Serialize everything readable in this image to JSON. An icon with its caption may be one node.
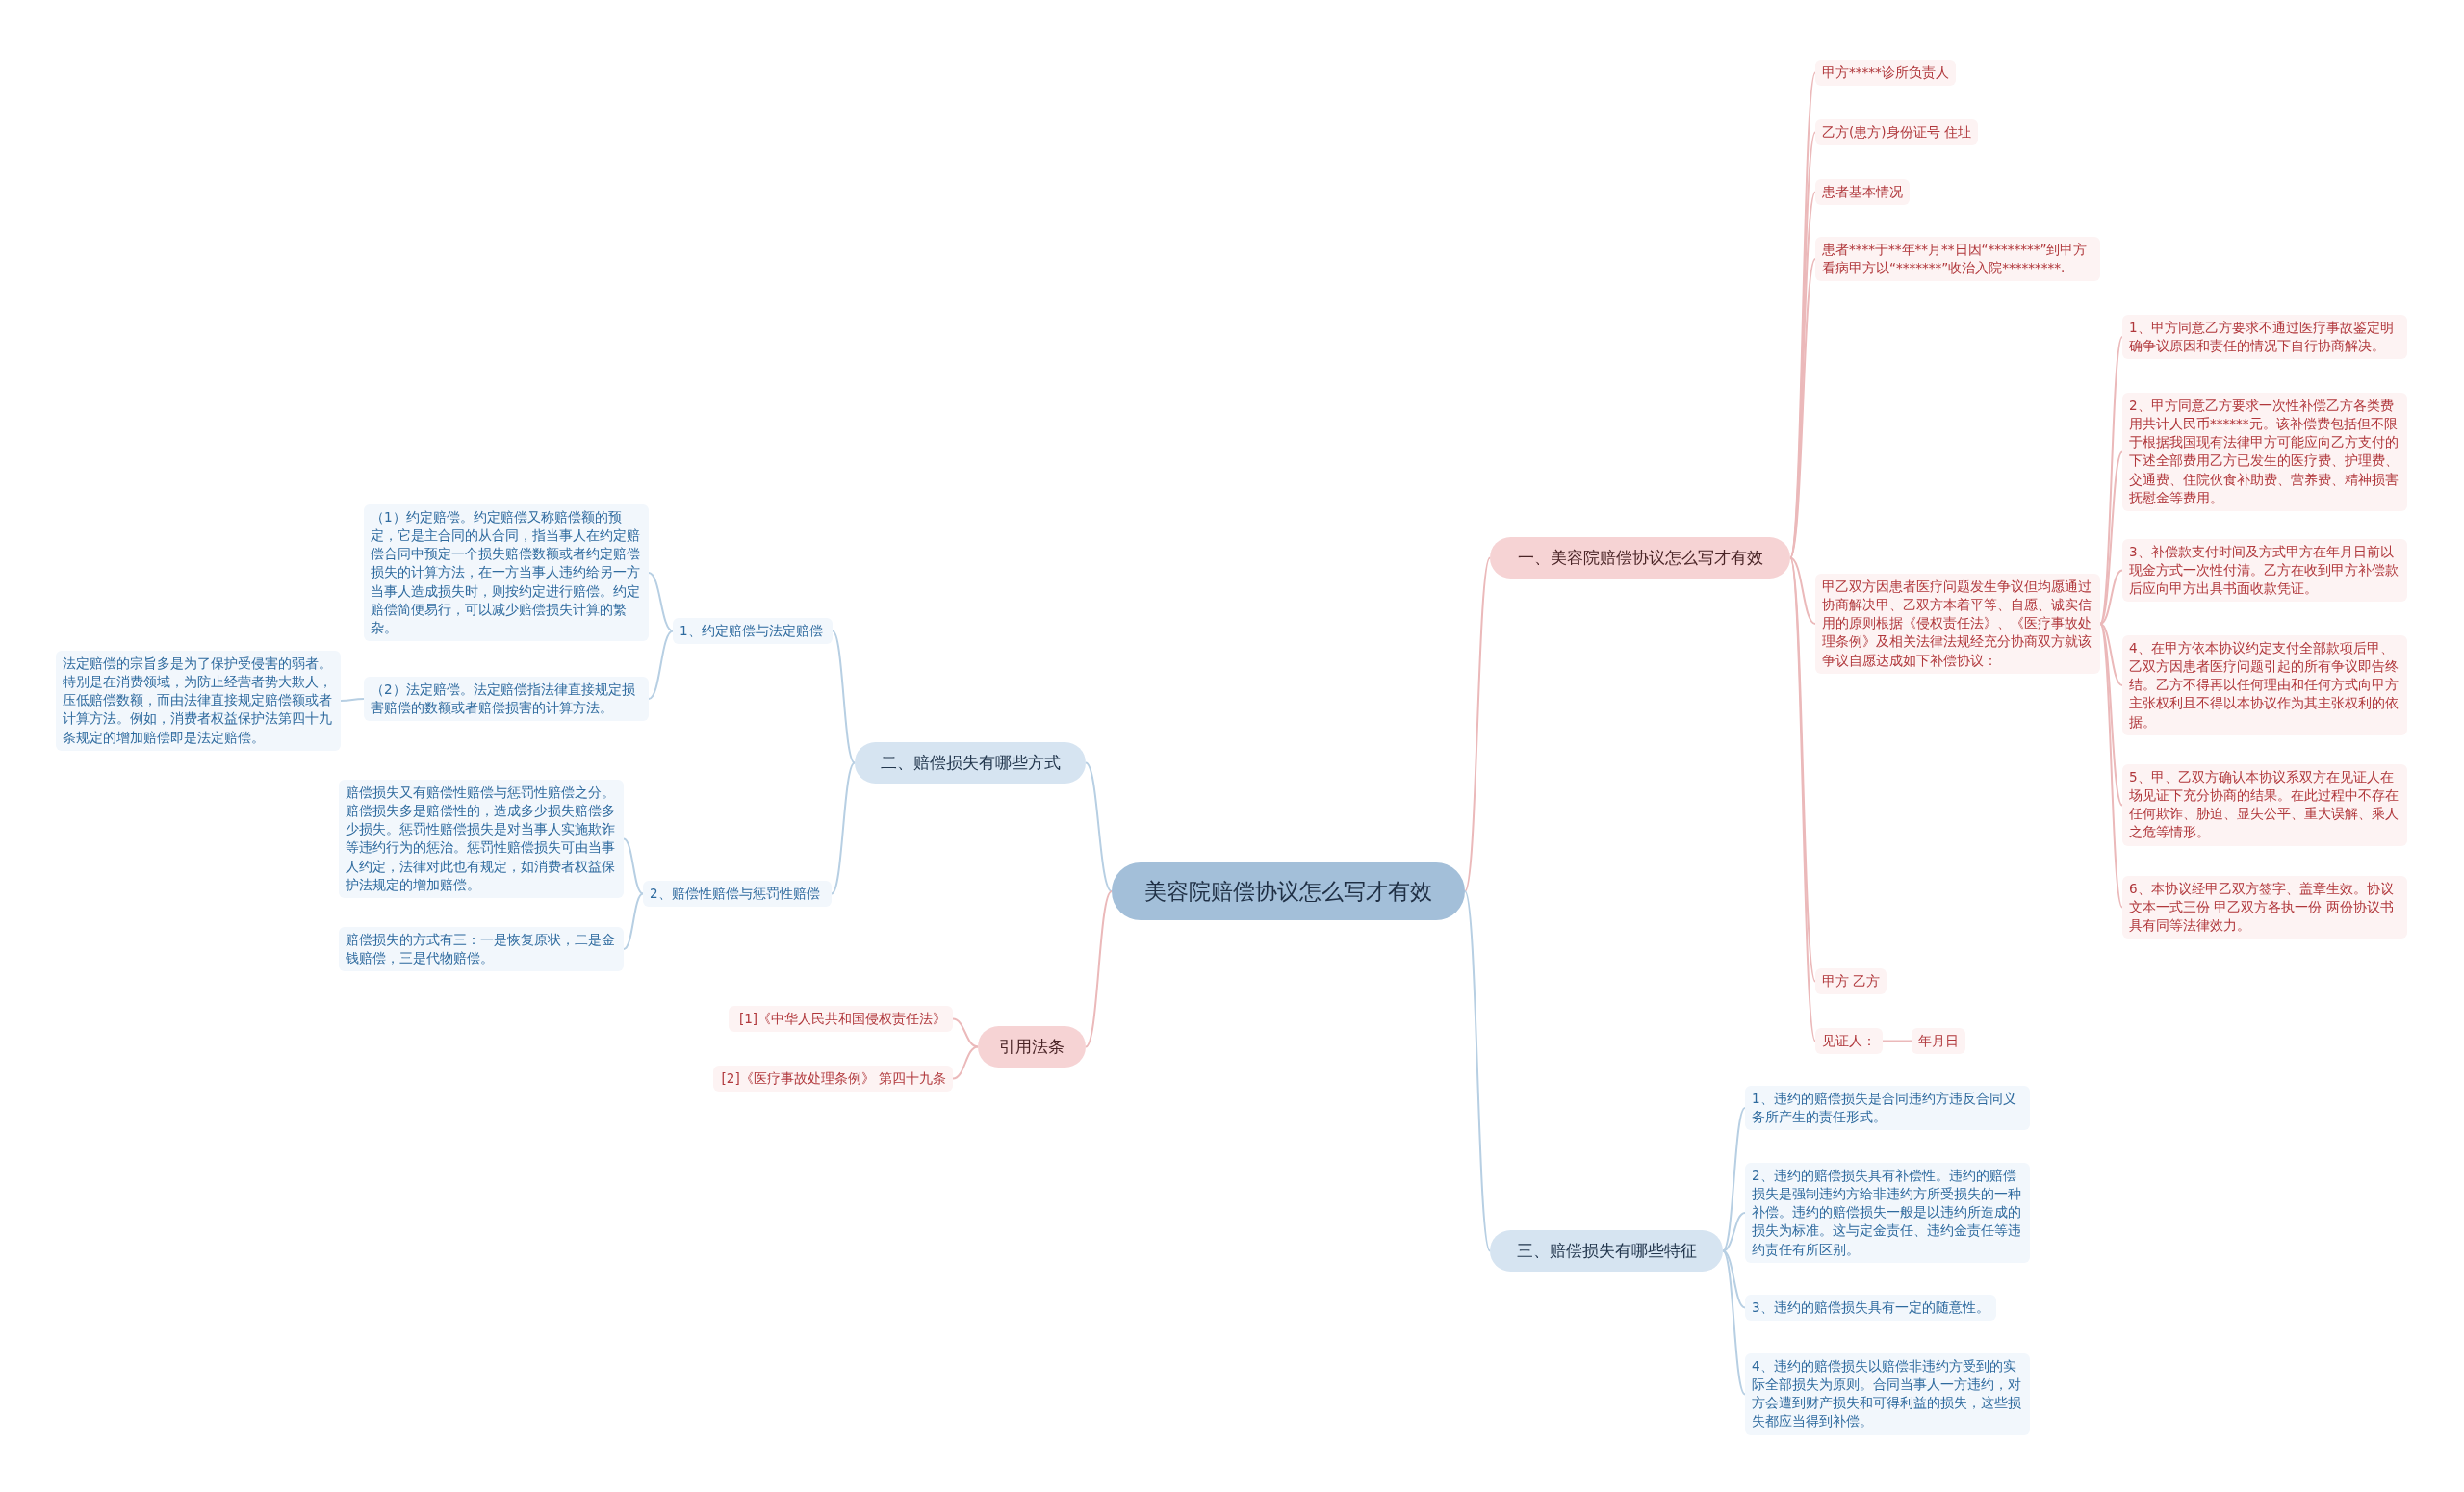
{
  "diagram": {
    "nodes": [
      {
        "text": [
          "美容院赔偿协议怎么写才有效"
        ]
      },
      {
        "text": [
          "一、美容院赔偿协议怎么写才有效"
        ]
      },
      {
        "text": [
          "甲方*****诊所负责人"
        ]
      },
      {
        "text": [
          "乙方(患方)身份证号 住址"
        ]
      },
      {
        "text": [
          "患者基本情况"
        ]
      },
      {
        "text": [
          "患者****于**年**月**日因“********”到甲方看病甲方以“*******”收治入院*********."
        ]
      },
      {
        "text": [
          "甲乙双方因患者医疗问题发生争议但均愿通过协商解决甲、乙双方本着平等、自愿、诚实信用的原则根据《侵权责任法》、《医疗事故处理条例》及相关法律法规经充分协商双方就该争议自愿达成如下补偿协议："
        ]
      },
      {
        "text": [
          "1、甲方同意乙方要求不通过医疗事故鉴定明确争议原因和责任的情况下自行协商解决。"
        ]
      },
      {
        "text": [
          "2、甲方同意乙方要求一次性补偿乙方各类费用共计人民币******元。该补偿费包括但不限于根据我国现有法律甲方可能应向乙方支付的下述全部费用乙方已发生的医疗费、护理费、交通费、住院伙食补助费、营养费、精神损害抚慰金等费用。"
        ]
      },
      {
        "text": [
          "3、补偿款支付时间及方式甲方在年月日前以现金方式一次性付清。乙方在收到甲方补偿款后应向甲方出具书面收款凭证。"
        ]
      },
      {
        "text": [
          "4、在甲方依本协议约定支付全部款项后甲、乙双方因患者医疗问题引起的所有争议即告终结。乙方不得再以任何理由和任何方式向甲方主张权利且不得以本协议作为其主张权利的依据。"
        ]
      },
      {
        "text": [
          "5、甲、乙双方确认本协议系双方在见证人在场见证下充分协商的结果。在此过程中不存在任何欺诈、胁迫、显失公平、重大误解、乘人之危等情形。"
        ]
      },
      {
        "text": [
          "6、本协议经甲乙双方签字、盖章生效。协议文本一式三份 甲乙双方各执一份 两份协议书具有同等法律效力。"
        ]
      },
      {
        "text": [
          "甲方 乙方"
        ]
      },
      {
        "text": [
          "见证人："
        ]
      },
      {
        "text": [
          "年月日"
        ]
      },
      {
        "text": [
          "二、赔偿损失有哪些方式"
        ]
      },
      {
        "text": [
          "1、约定赔偿与法定赔偿"
        ]
      },
      {
        "text": [
          "（1）约定赔偿。约定赔偿又称赔偿额的预定，它是主合同的从合同，指当事人在约定赔偿合同中预定一个损失赔偿数额或者约定赔偿损失的计算方法，在一方当事人违约给另一方当事人造成损失时，则按约定进行赔偿。约定赔偿简便易行，可以减少赔偿损失计算的繁杂。"
        ]
      },
      {
        "text": [
          "（2）法定赔偿。法定赔偿指法律直接规定损害赔偿的数额或者赔偿损害的计算方法。"
        ]
      },
      {
        "text": [
          "法定赔偿的宗旨多是为了保护受侵害的弱者。特别是在消费领域，为防止经营者势大欺人，压低赔偿数额，而由法律直接规定赔偿额或者计算方法。例如，消费者权益保护法第四十九条规定的增加赔偿即是法定赔偿。"
        ]
      },
      {
        "text": [
          "2、赔偿性赔偿与惩罚性赔偿"
        ]
      },
      {
        "text": [
          "赔偿损失又有赔偿性赔偿与惩罚性赔偿之分。赔偿损失多是赔偿性的，造成多少损失赔偿多少损失。惩罚性赔偿损失是对当事人实施欺诈等违约行为的惩治。惩罚性赔偿损失可由当事人约定，法律对此也有规定，如消费者权益保护法规定的增加赔偿。"
        ]
      },
      {
        "text": [
          "赔偿损失的方式有三：一是恢复原状，二是金钱赔偿，三是代物赔偿。"
        ]
      },
      {
        "text": [
          "引用法条"
        ]
      },
      {
        "text": [
          "[1]《中华人民共和国侵权责任法》"
        ]
      },
      {
        "text": [
          "[2]《医疗事故处理条例》 第四十九条"
        ]
      },
      {
        "text": [
          "三、赔偿损失有哪些特征"
        ]
      },
      {
        "text": [
          "1、违约的赔偿损失是合同违约方违反合同义务所产生的责任形式。"
        ]
      },
      {
        "text": [
          "2、违约的赔偿损失具有补偿性。违约的赔偿损失是强制违约方给非违约方所受损失的一种补偿。违约的赔偿损失一般是以违约所造成的损失为标准。这与定金责任、违约金责任等违约责任有所区别。"
        ]
      },
      {
        "text": [
          "3、违约的赔偿损失具有一定的随意性。"
        ]
      },
      {
        "text": [
          "4、违约的赔偿损失以赔偿非违约方受到的实际全部损失为原则。合同当事人一方违约，对方会遭到财产损失和可得利益的损失，这些损失都应当得到补偿。"
        ]
      }
    ],
    "edges": [
      {
        "from": 0,
        "to": 1,
        "arrow": "none"
      },
      {
        "from": 1,
        "to": 2,
        "arrow": "none"
      },
      {
        "from": 1,
        "to": 3,
        "arrow": "none"
      },
      {
        "from": 1,
        "to": 4,
        "arrow": "none"
      },
      {
        "from": 1,
        "to": 5,
        "arrow": "none"
      },
      {
        "from": 1,
        "to": 6,
        "arrow": "none"
      },
      {
        "from": 6,
        "to": 7,
        "arrow": "none"
      },
      {
        "from": 6,
        "to": 8,
        "arrow": "none"
      },
      {
        "from": 6,
        "to": 9,
        "arrow": "none"
      },
      {
        "from": 6,
        "to": 10,
        "arrow": "none"
      },
      {
        "from": 6,
        "to": 11,
        "arrow": "none"
      },
      {
        "from": 6,
        "to": 12,
        "arrow": "none"
      },
      {
        "from": 1,
        "to": 13,
        "arrow": "none"
      },
      {
        "from": 1,
        "to": 14,
        "arrow": "none"
      },
      {
        "from": 14,
        "to": 15,
        "arrow": "none"
      },
      {
        "from": 0,
        "to": 16,
        "arrow": "none",
        "color": "#b7cfe3"
      },
      {
        "from": 16,
        "to": 17,
        "arrow": "none",
        "color": "#b7cfe3"
      },
      {
        "from": 17,
        "to": 18,
        "arrow": "none",
        "color": "#b7cfe3"
      },
      {
        "from": 17,
        "to": 19,
        "arrow": "none",
        "color": "#b7cfe3"
      },
      {
        "from": 19,
        "to": 20,
        "arrow": "none",
        "color": "#b7cfe3"
      },
      {
        "from": 16,
        "to": 21,
        "arrow": "none",
        "color": "#b7cfe3"
      },
      {
        "from": 21,
        "to": 22,
        "arrow": "none",
        "color": "#b7cfe3"
      },
      {
        "from": 21,
        "to": 23,
        "arrow": "none",
        "color": "#b7cfe3"
      },
      {
        "from": 0,
        "to": 24,
        "arrow": "none"
      },
      {
        "from": 24,
        "to": 25,
        "arrow": "none"
      },
      {
        "from": 24,
        "to": 26,
        "arrow": "none"
      },
      {
        "from": 0,
        "to": 27,
        "arrow": "none",
        "color": "#b7cfe3"
      },
      {
        "from": 27,
        "to": 28,
        "arrow": "none",
        "color": "#b7cfe3"
      },
      {
        "from": 27,
        "to": 29,
        "arrow": "none",
        "color": "#b7cfe3"
      },
      {
        "from": 27,
        "to": 30,
        "arrow": "none",
        "color": "#b7cfe3"
      },
      {
        "from": 27,
        "to": 31,
        "arrow": "none",
        "color": "#b7cfe3"
      }
    ]
  }
}
